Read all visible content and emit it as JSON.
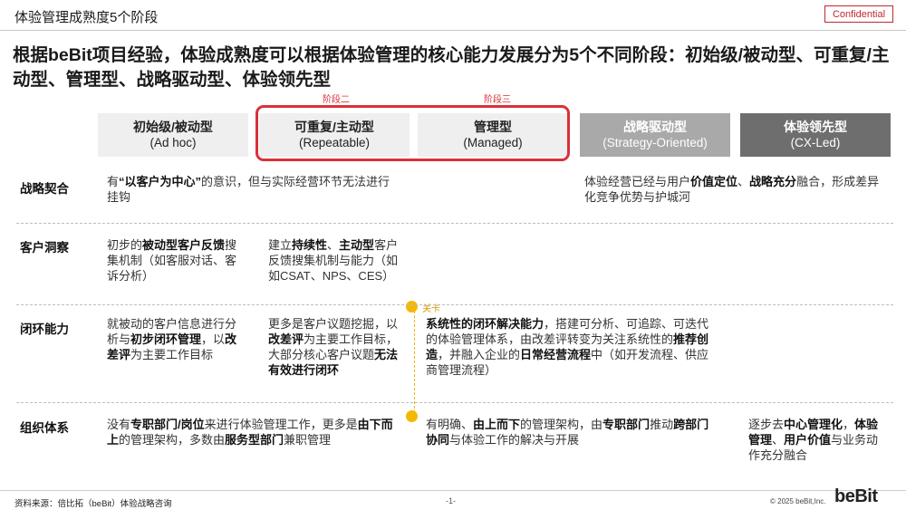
{
  "header": {
    "title": "体验管理成熟度5个阶段",
    "badge": "Confidential"
  },
  "headline": {
    "p1": "根据beBit项目经验，",
    "p2": "体验成熟度",
    "p3": "可以根据体验管理的核心能力发展分为",
    "p4": "5个不同阶段：初始级/被动型、可重复/主动型、管理型、战略驱动型、体验领先型"
  },
  "stage_tags": {
    "two": "阶段二",
    "three": "阶段三"
  },
  "stages": [
    {
      "name": "初始级/被动型",
      "sub": "(Ad hoc)"
    },
    {
      "name": "可重复/主动型",
      "sub": "(Repeatable)"
    },
    {
      "name": "管理型",
      "sub": "(Managed)"
    },
    {
      "name": "战略驱动型",
      "sub": "(Strategy-Oriented)"
    },
    {
      "name": "体验领先型",
      "sub": "(CX-Led)"
    }
  ],
  "gate_label": "关卡",
  "rows": {
    "strategy": {
      "label": "战略契合",
      "c1_a": "有",
      "c1_b": "“以客户为中心”",
      "c1_c": "的意识，但与实际经营环节无法进行挂钩",
      "c4_a": "体验经营已经与用户",
      "c4_b": "价值定位",
      "c4_c": "、",
      "c4_d": "战略充分",
      "c4_e": "融合，形成差异化竞争优势与护城河"
    },
    "insight": {
      "label": "客户洞察",
      "c1_a": "初步的",
      "c1_b": "被动型客户反馈",
      "c1_c": "搜集机制（如客服对话、客诉分析）",
      "c2_a": "建立",
      "c2_b": "持续性",
      "c2_c": "、",
      "c2_d": "主动型",
      "c2_e": "客户反馈搜集机制与能力（如如CSAT、NPS、CES）"
    },
    "loop": {
      "label": "闭环能力",
      "c1_a": "就被动的客户信息进行分析与",
      "c1_b": "初步闭环管理",
      "c1_c": "，以",
      "c1_d": "改差评",
      "c1_e": "为主要工作目标",
      "c2_a": "更多是客户议题挖掘，以",
      "c2_b": "改差评",
      "c2_c": "为主要工作目标，大部分核心客户议题",
      "c2_d": "无法有效进行闭环",
      "c3_a": "系统性的闭环解决能力",
      "c3_b": "，搭建可分析、可追踪、可迭代的体验管理体系，由改差评转变为关注系统性的",
      "c3_c": "推荐创造",
      "c3_d": "，并融入企业的",
      "c3_e": "日常经营流程",
      "c3_f": "中（如开发流程、供应商管理流程）"
    },
    "org": {
      "label": "组织体系",
      "c1_a": "没有",
      "c1_b": "专职部门/岗位",
      "c1_c": "来进行体验管理工作，更多是",
      "c1_d": "由下而上",
      "c1_e": "的管理架构，多数由",
      "c1_f": "服务型部门",
      "c1_g": "兼职管理",
      "c3_a": "有明确、",
      "c3_b": "由上而下",
      "c3_c": "的管理架构，由",
      "c3_d": "专职部门",
      "c3_e": "推动",
      "c3_f": "跨部门协同",
      "c3_g": "与体验工作的解决与开展",
      "c5_a": "逐步去",
      "c5_b": "中心管理化",
      "c5_c": "，",
      "c5_d": "体验管理",
      "c5_e": "、",
      "c5_f": "用户价值",
      "c5_g": "与业务动作充分融合"
    }
  },
  "footer": {
    "source": "资料来源：倍比拓（beBit）体验战略咨询",
    "page": "-1-",
    "copyright": "© 2025 beBit,Inc.",
    "logo": "beBit"
  }
}
